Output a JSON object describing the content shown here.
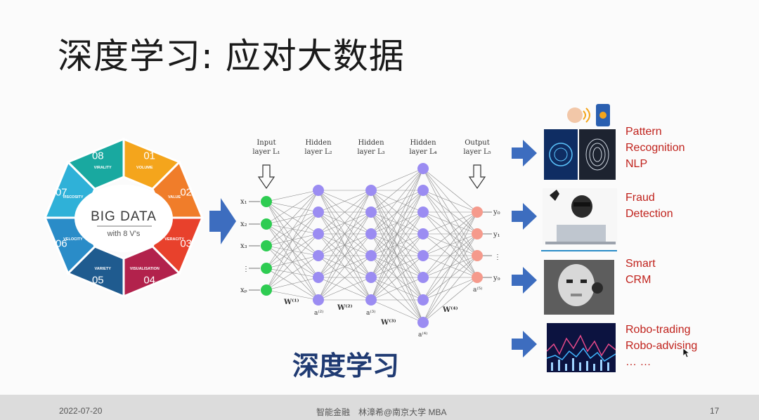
{
  "slide": {
    "title": "深度学习: 应对大数据",
    "caption": "深度学习"
  },
  "footer": {
    "date": "2022-07-20",
    "course": "智能金融　林漳希@南京大学 MBA",
    "page": "17"
  },
  "bigdata": {
    "center_title": "BIG DATA",
    "center_sub": "with 8 V's",
    "segments": [
      {
        "num": "01",
        "label": "VOLUME",
        "color": "#f4a51c"
      },
      {
        "num": "02",
        "label": "VALUE",
        "color": "#f07d2a"
      },
      {
        "num": "03",
        "label": "VERACITY",
        "color": "#e8412c"
      },
      {
        "num": "04",
        "label": "VISUALISATION",
        "color": "#b2224c"
      },
      {
        "num": "05",
        "label": "VARIETY",
        "color": "#1f5b8f"
      },
      {
        "num": "06",
        "label": "VELOCITY",
        "color": "#2a8cc8"
      },
      {
        "num": "07",
        "label": "VISCOSITY",
        "color": "#2fb1d8"
      },
      {
        "num": "08",
        "label": "VIRALITY",
        "color": "#19a9a0"
      }
    ]
  },
  "network": {
    "layers": [
      {
        "line1": "Input",
        "line2": "layer L₁"
      },
      {
        "line1": "Hidden",
        "line2": "layer L₂"
      },
      {
        "line1": "Hidden",
        "line2": "layer L₃"
      },
      {
        "line1": "Hidden",
        "line2": "layer L₄"
      },
      {
        "line1": "Output",
        "line2": "layer L₅"
      }
    ],
    "inputs": [
      "x₁",
      "x₂",
      "x₃",
      "⋮",
      "xₚ"
    ],
    "outputs": [
      "y₀",
      "y₁",
      "⋮",
      "y₉"
    ],
    "weights": [
      "W⁽¹⁾",
      "W⁽²⁾",
      "W⁽³⁾",
      "W⁽⁴⁾"
    ],
    "activations": [
      "a⁽²⁾",
      "a⁽³⁾",
      "a⁽⁴⁾",
      "a⁽⁵⁾"
    ],
    "colors": {
      "input": "#2ecc52",
      "hidden": "#9b8cf2",
      "output": "#f59a8c"
    }
  },
  "applications": [
    {
      "lines": [
        "Pattern",
        "Recognition",
        "NLP"
      ]
    },
    {
      "lines": [
        "Fraud",
        "Detection"
      ]
    },
    {
      "lines": [
        "Smart",
        "CRM"
      ]
    },
    {
      "lines": [
        "Robo-trading",
        "Robo-advising",
        "… …"
      ]
    }
  ],
  "accent_color": "#c0221c",
  "arrow_color": "#3d6dbf"
}
